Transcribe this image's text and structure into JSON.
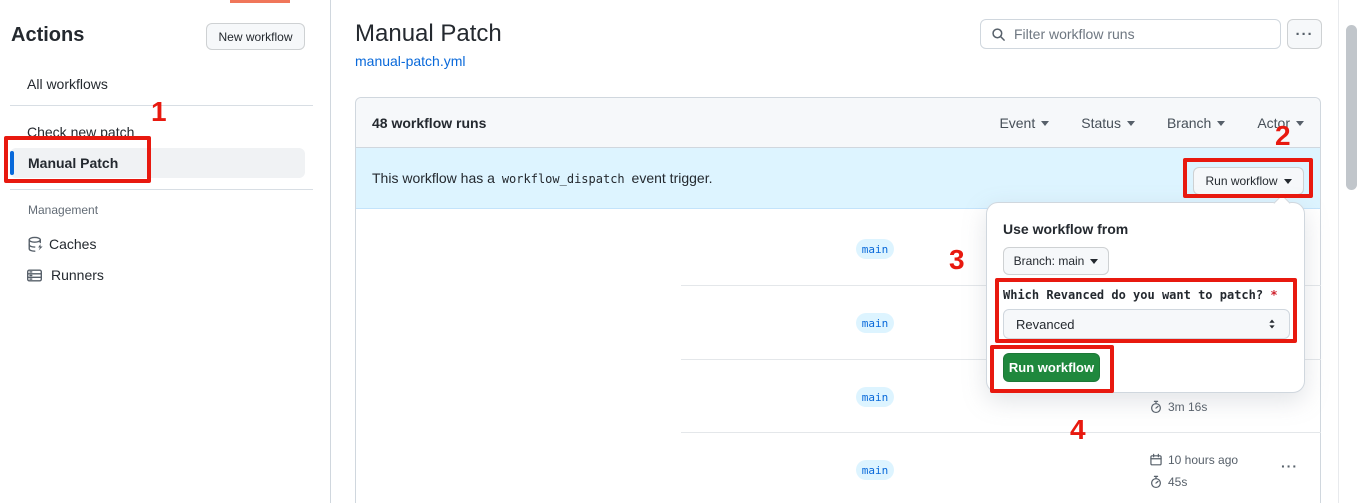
{
  "annotations": {
    "step1": "1",
    "step2": "2",
    "step3": "3",
    "step4": "4",
    "color": "#e8190f"
  },
  "sidebar": {
    "title": "Actions",
    "new_workflow_button": "New workflow",
    "items": [
      {
        "label": "All workflows"
      },
      {
        "label": "Check new patch"
      },
      {
        "label": "Manual Patch",
        "selected": true
      }
    ],
    "management_label": "Management",
    "management_items": [
      {
        "label": "Caches"
      },
      {
        "label": "Runners"
      }
    ]
  },
  "header": {
    "title": "Manual Patch",
    "workflow_file": "manual-patch.yml",
    "filter_placeholder": "Filter workflow runs",
    "more_icon": "···"
  },
  "runs": {
    "count_label": "48 workflow runs",
    "filters": [
      {
        "label": "Event"
      },
      {
        "label": "Status"
      },
      {
        "label": "Branch"
      },
      {
        "label": "Actor"
      }
    ],
    "banner": {
      "text_before": "This workflow has a",
      "code": "workflow_dispatch",
      "text_after": "event trigger.",
      "run_workflow_label": "Run workflow"
    },
    "rows": [
      {
        "branch": "main"
      },
      {
        "branch": "main"
      },
      {
        "branch": "main",
        "duration": "3m 16s"
      },
      {
        "branch": "main",
        "age": "10 hours ago",
        "duration": "45s",
        "more_icon": "···"
      }
    ]
  },
  "popup": {
    "heading": "Use workflow from",
    "branch_selector": "Branch: main",
    "input_label": "Which Revanced do you want to patch?",
    "required_marker": "*",
    "input_value": "Revanced",
    "run_button": "Run workflow"
  },
  "colors": {
    "accent_blue": "#0969da",
    "banner_bg": "#ddf4ff",
    "header_bg": "#f6f8fa",
    "border": "#d0d7de",
    "button_green": "#1f883d",
    "annotation_red": "#e8190f",
    "text": "#24292f",
    "muted": "#57606a"
  }
}
